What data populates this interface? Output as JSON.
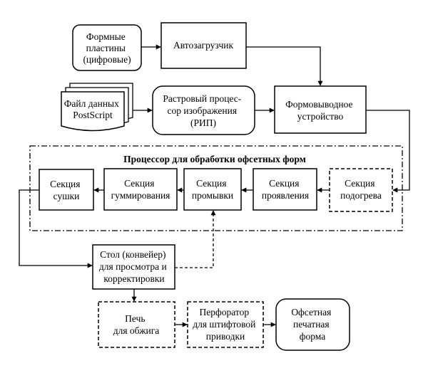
{
  "boxes": {
    "plates": [
      "Формные",
      "пластины",
      "(цифровые)"
    ],
    "autoloader": [
      "Автозагрузчик"
    ],
    "datafile": [
      "Файл данных",
      "PostScript"
    ],
    "rip": [
      "Растровый процес-",
      "сор изображения",
      "(РИП)"
    ],
    "platesetter": [
      "Формовыводное",
      "устройство"
    ],
    "drying": [
      "Секция",
      "сушки"
    ],
    "gumming": [
      "Секция",
      "гуммирования"
    ],
    "washing": [
      "Секция",
      "промывки"
    ],
    "developing": [
      "Секция",
      "проявления"
    ],
    "preheat": [
      "Секция",
      "подогрева"
    ],
    "table": [
      "Стол (конвейер)",
      "для просмотра и",
      "корректировки"
    ],
    "oven": [
      "Печь",
      "для обжига"
    ],
    "punch": [
      "Перфоратор",
      "для штифтовой",
      "приводки"
    ],
    "offset": [
      "Офсетная",
      "печатная",
      "форма"
    ]
  },
  "processor_title": "Процессор для обработки офсетных форм"
}
